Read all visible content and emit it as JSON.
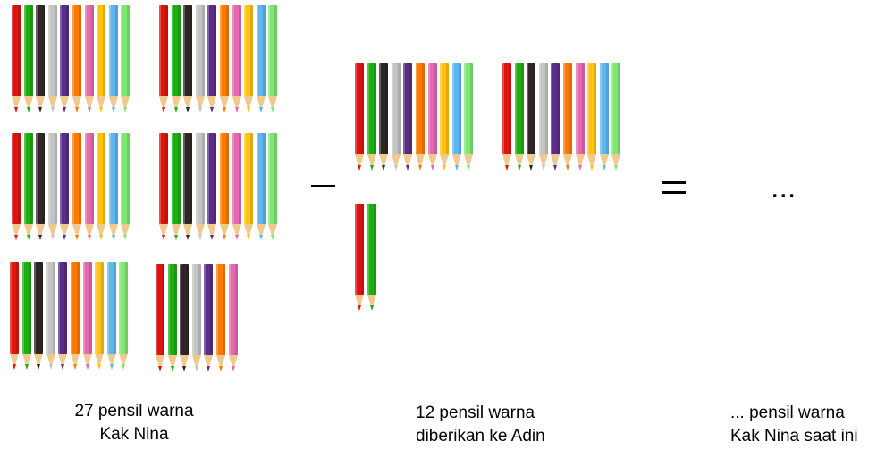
{
  "pencil_colors": [
    "#e0140e",
    "#1fae12",
    "#2e2624",
    "#c4c4c4",
    "#5a2d86",
    "#ff7a00",
    "#e668b0",
    "#ffc20e",
    "#5cb8ec",
    "#7fe873"
  ],
  "groups": {
    "kak_nina": [
      10,
      10,
      10,
      10,
      10,
      7
    ],
    "diberikan": [
      10,
      10,
      2
    ]
  },
  "operators": {
    "minus": "−",
    "equals": "=",
    "result": "..."
  },
  "labels": {
    "left": {
      "line1": "27 pensil warna",
      "line2": "Kak Nina"
    },
    "middle": {
      "line1": "12 pensil warna",
      "line2": "diberikan ke Adin"
    },
    "right": {
      "line1": "... pensil warna",
      "line2": "Kak Nina saat ini"
    }
  }
}
